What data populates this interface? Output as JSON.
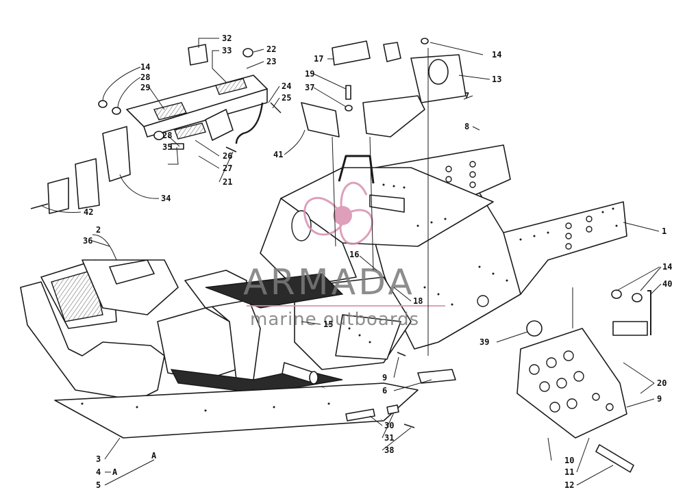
{
  "diagram": {
    "callouts": [
      {
        "id": "c32",
        "label": "32"
      },
      {
        "id": "c33",
        "label": "33"
      },
      {
        "id": "c22",
        "label": "22"
      },
      {
        "id": "c23",
        "label": "23"
      },
      {
        "id": "c14a",
        "label": "14"
      },
      {
        "id": "c28a",
        "label": "28"
      },
      {
        "id": "c29",
        "label": "29"
      },
      {
        "id": "c24",
        "label": "24"
      },
      {
        "id": "c25",
        "label": "25"
      },
      {
        "id": "c17",
        "label": "17"
      },
      {
        "id": "c14b",
        "label": "14"
      },
      {
        "id": "c13",
        "label": "13"
      },
      {
        "id": "c19",
        "label": "19"
      },
      {
        "id": "c37",
        "label": "37"
      },
      {
        "id": "c7",
        "label": "7"
      },
      {
        "id": "c8",
        "label": "8"
      },
      {
        "id": "c28b",
        "label": "28"
      },
      {
        "id": "c35",
        "label": "35"
      },
      {
        "id": "c26",
        "label": "26"
      },
      {
        "id": "c27",
        "label": "27"
      },
      {
        "id": "c21",
        "label": "21"
      },
      {
        "id": "c41",
        "label": "41"
      },
      {
        "id": "c34",
        "label": "34"
      },
      {
        "id": "c42",
        "label": "42"
      },
      {
        "id": "c1",
        "label": "1"
      },
      {
        "id": "c2",
        "label": "2"
      },
      {
        "id": "c36",
        "label": "36"
      },
      {
        "id": "c16",
        "label": "16"
      },
      {
        "id": "c18",
        "label": "18"
      },
      {
        "id": "c15",
        "label": "15"
      },
      {
        "id": "c14c",
        "label": "14"
      },
      {
        "id": "c40",
        "label": "40"
      },
      {
        "id": "c39",
        "label": "39"
      },
      {
        "id": "c9a",
        "label": "9"
      },
      {
        "id": "c6",
        "label": "6"
      },
      {
        "id": "c20",
        "label": "20"
      },
      {
        "id": "c9b",
        "label": "9"
      },
      {
        "id": "c30",
        "label": "30"
      },
      {
        "id": "c31",
        "label": "31"
      },
      {
        "id": "c38",
        "label": "38"
      },
      {
        "id": "c10",
        "label": "10"
      },
      {
        "id": "c11",
        "label": "11"
      },
      {
        "id": "c12",
        "label": "12"
      },
      {
        "id": "c3",
        "label": "3"
      },
      {
        "id": "c4",
        "label": "4"
      },
      {
        "id": "c5",
        "label": "5"
      },
      {
        "id": "a1",
        "label": "A"
      },
      {
        "id": "a2",
        "label": "A"
      }
    ]
  },
  "watermark": {
    "brand": "ARMADA",
    "tagline": "marine outboards",
    "accent_color": "#d98fb0"
  }
}
